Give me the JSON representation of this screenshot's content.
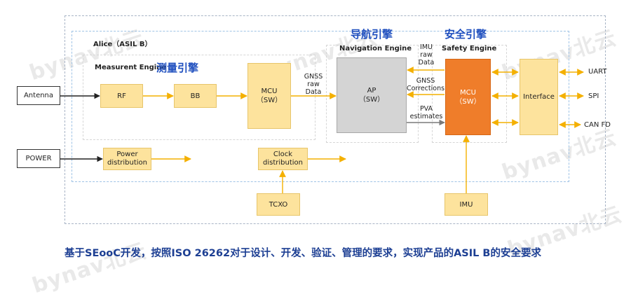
{
  "watermark": "bynav北云",
  "outer_title": "Alice（ASIL B）",
  "measurement": {
    "en": "Measurent Engine",
    "cn": "测量引擎"
  },
  "navigation": {
    "cn": "导航引擎",
    "en": "Navigation Engine"
  },
  "safety": {
    "cn": "安全引擎",
    "en": "Safety Engine"
  },
  "blocks": {
    "antenna": "Antenna",
    "power": "POWER",
    "rf": "RF",
    "bb": "BB",
    "mcu1": "MCU",
    "mcu1_sub": "（SW）",
    "ap": "AP",
    "ap_sub": "（SW）",
    "mcu2": "MCU",
    "mcu2_sub": "（SW）",
    "interface": "Interface",
    "power_dist_1": "Power",
    "power_dist_2": "distribution",
    "clock_dist_1": "Clock",
    "clock_dist_2": "distribution",
    "tcxo": "TCXO",
    "imu": "IMU"
  },
  "labels": {
    "gnss_raw_1": "GNSS",
    "gnss_raw_2": "raw",
    "gnss_raw_3": "Data",
    "imu_raw_1": "IMU",
    "imu_raw_2": "raw",
    "imu_raw_3": "Data",
    "gnss_corr_1": "GNSS",
    "gnss_corr_2": "Corrections",
    "pva_1": "PVA",
    "pva_2": "estimates"
  },
  "outputs": [
    "UART",
    "SPI",
    "CAN FD"
  ],
  "footer": "基于SEooC开发，按照ISO 26262对于设计、开发、验证、管理的要求，实现产品的ASIL B的安全要求",
  "colors": {
    "accent_blue": "#1f4fbf",
    "arrow": "#f4b000",
    "safety_orange": "#ef7d2a",
    "footer": "#1d3f93"
  }
}
